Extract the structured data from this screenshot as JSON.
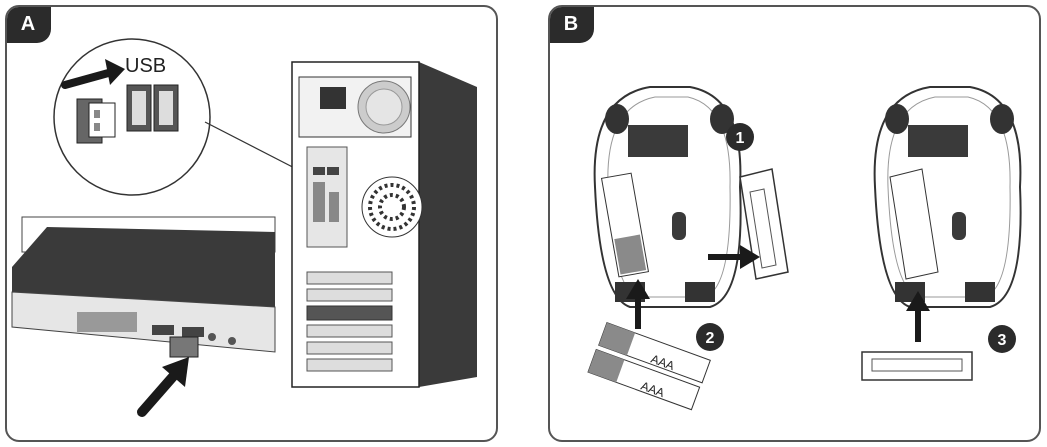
{
  "panels": [
    {
      "label": "A",
      "usb_text": "USB"
    },
    {
      "label": "B",
      "steps": [
        "1",
        "2",
        "3"
      ],
      "battery_label": "AAA",
      "battery_plus": "+",
      "battery_minus": "-"
    }
  ],
  "colors": {
    "border": "#555555",
    "tab_bg": "#2b2b2b",
    "dark_device": "#3a3a3a",
    "light_gray": "#d9d9d9",
    "mid_gray": "#8a8a8a",
    "arrow": "#1a1a1a"
  }
}
